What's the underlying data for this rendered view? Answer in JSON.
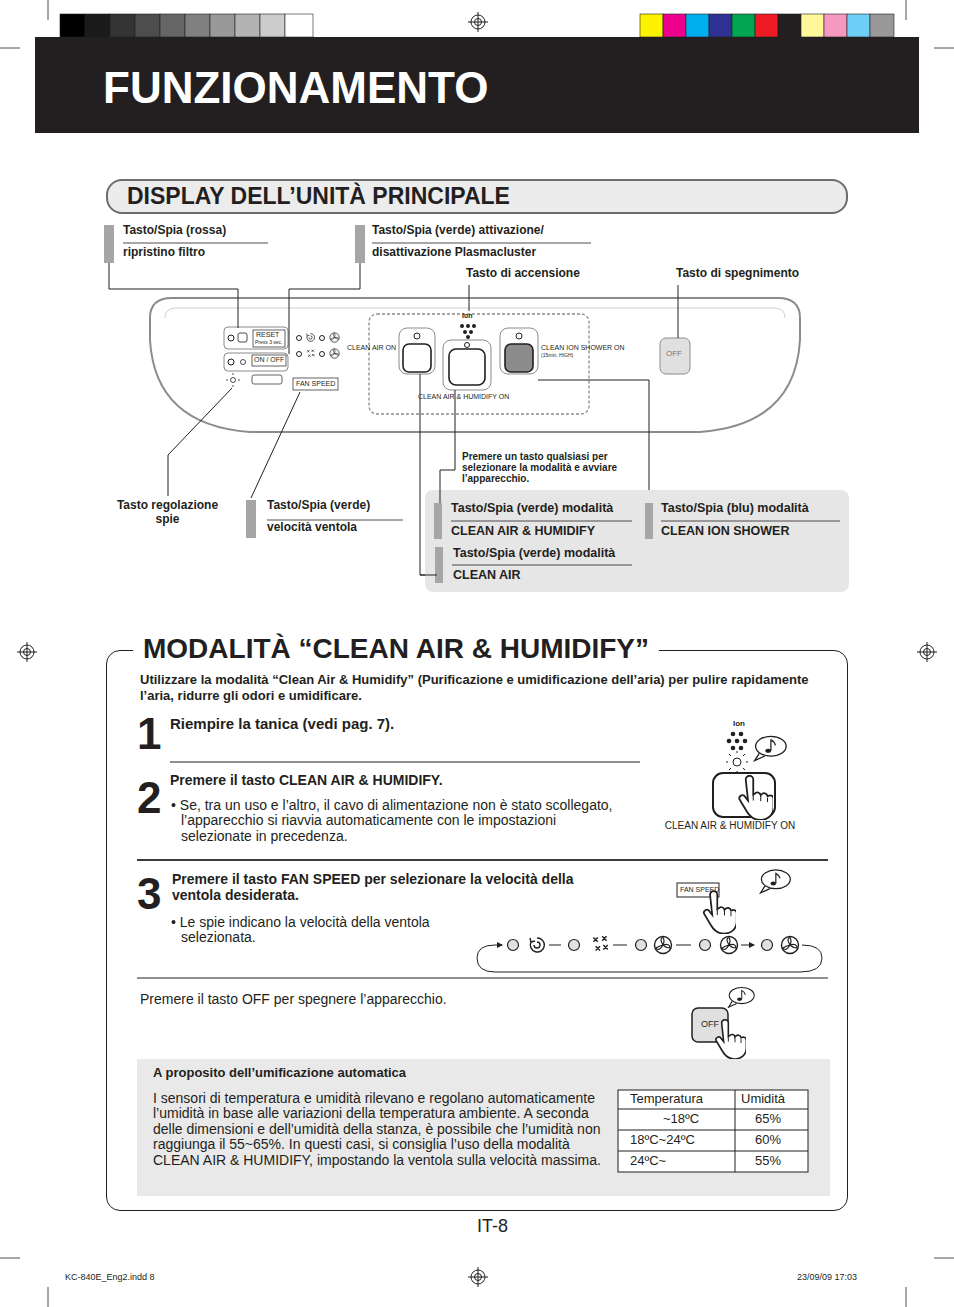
{
  "diagram": {
    "title": "FUNZIONAMENTO",
    "nodes": [
      {
        "text": [
          "DISPLAY DELL’UNITÀ PRINCIPALE"
        ]
      },
      {
        "text": [
          "Tasto/Spia (verde) modalità",
          "CLEAN AIR & HUMIDIFY",
          "Tasto/Spia (blu) modalità",
          "CLEAN ION SHOWER",
          "Tasto/Spia (verde) modalità",
          "CLEAN AIR"
        ]
      },
      {
        "text": [
          "MODALITÀ “CLEAN AIR & HUMIDIFY”",
          "Utilizzare la modalità “Clean Air & Humidify” (Purificazione e umidificazione dell’aria) per pulire rapidamente l’aria, ridurre gli odori e umidificare."
        ]
      },
      {
        "text": [
          "A proposito dell’umificazione automatica",
          "I sensori di temperatura e umidità rilevano e regolano automaticamente l’umidità in base alle variazioni della temperatura ambiente. A seconda delle dimensioni e dell’umidità della stanza, è possibile che l’umidità non raggiunga il 55~65%. In questi casi, si consiglia l’uso della modalità CLEAN AIR & HUMIDIFY, impostando la ventola sulla velocità massima."
        ],
        "in": 2
      }
    ],
    "labels": [
      "Tasto/Spia (rossa)",
      "ripristino filtro",
      "Tasto/Spia (verde) attivazione/",
      "disattivazione Plasmacluster",
      "Tasto di accensione",
      "Tasto di spegnimento",
      "RESET",
      "Press 3 sec.",
      "ON / OFF",
      "FAN SPEED",
      "CLEAN AIR ON",
      "Ion",
      "CLEAN AIR & HUMIDIFY ON",
      "CLEAN ION SHOWER ON",
      "(15min. HIGH)",
      "OFF",
      "Premere un tasto qualsiasi per selezionare la modalità e avviare l’apparecchio.",
      "Tasto regolazione spie",
      "Tasto/Spia (verde)",
      "velocità ventola",
      "1",
      "Riempire la tanica (vedi pag. 7).",
      "2",
      "Premere il tasto CLEAN AIR & HUMIDIFY.",
      "• Se, tra un uso e l’altro, il cavo di alimentazione non è stato scollegato, l’apparecchio si riavvia automaticamente con le impostazioni selezionate in precedenza.",
      "Ion",
      "CLEAN AIR & HUMIDIFY ON",
      "3",
      "Premere il tasto FAN SPEED per selezionare la velocità della ventola desiderata.",
      "• Le spie indicano la velocità della ventola selezionata.",
      "FAN SPEED",
      "Premere il tasto OFF per spegnere l’apparecchio.",
      "OFF",
      "Temperatura",
      "Umidità",
      "~18ºC",
      "65%",
      "18ºC~24ºC",
      "60%",
      "24ºC~",
      "55%",
      "IT-8",
      "KC-840E_Eng2.indd 8",
      "23/09/09 17:03"
    ]
  }
}
